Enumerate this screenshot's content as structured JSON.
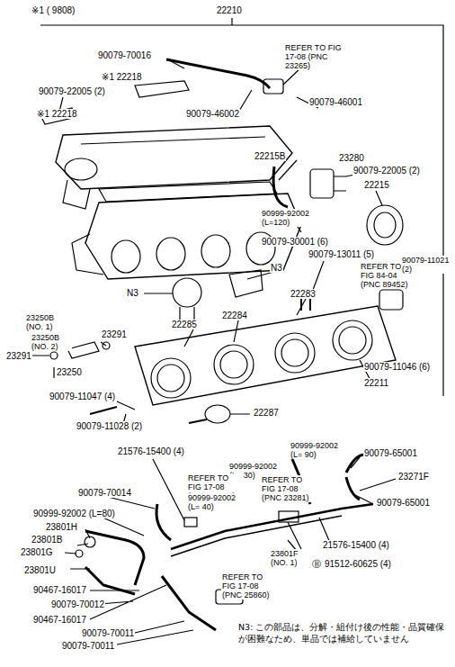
{
  "diagram": {
    "labels": [
      "※1 ( 9808)",
      "22210",
      "90079-70016",
      "REFER TO FIG 17-08 (PNC 23265)",
      "※1 22218",
      "90079-22005 (2)",
      "90079-46001",
      "※1 22218",
      "90079-46002",
      "22215B",
      "23280",
      "90079-22005 (2)",
      "22215",
      "90999-92002 (L=120)",
      "90079-30001 (6)",
      "90079-13011 (5)",
      "REFER TO FIG 84-04 (PNC 89452)",
      "90079-11021 (2)",
      "N3",
      "N3",
      "22283",
      "22285",
      "22284",
      "23250B (NO. 1)",
      "23250B (NO. 2)",
      "23291",
      "23291",
      "23250",
      "90079-11046 (6)",
      "22211",
      "90079-11047 (4)",
      "22287",
      "90079-11028 (2)",
      "90999-92002 (L= 90)",
      "90079-65001",
      "21576-15400 (4)",
      "90999-92002 (L= 30)",
      "REFER TO FIG 17-08 (PNC 23281)",
      "REFER TO FIG 17-08 (PNC 23281)",
      "23271F",
      "90999-92002 (L= 40)",
      "90079-70014",
      "90999-92002 (L=80)",
      "90079-65001",
      "23801H",
      "23801B",
      "23801G",
      "21576-15400 (4)",
      "23801F (NO. 1)",
      "Ⓑ",
      "91512-60625 (4)",
      "23801U",
      "90467-16017",
      "90079-70012",
      "90467-16017",
      "REFER TO FIG 17-08 (PNC 25860)",
      "90079-70011",
      "90079-70011",
      "N3: この部品は、分解・組付け後の性能・品質確保が困難なため、単品では補給していません"
    ]
  }
}
